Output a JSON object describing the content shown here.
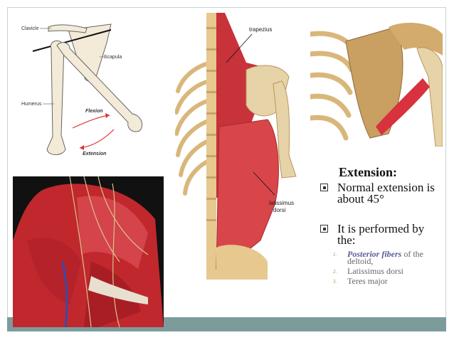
{
  "slide": {
    "heading": "Extension:",
    "bullets": [
      "Normal extension is about 45°",
      "It is performed by the:"
    ],
    "sub_items": [
      {
        "number": "1.",
        "emphasis": "Posterior fibers",
        "rest": " of the deltoid,"
      },
      {
        "number": "2.",
        "text": "Latissimus dorsi"
      },
      {
        "number": "3.",
        "text": "Teres major"
      }
    ]
  },
  "figure_bones": {
    "labels": {
      "clavicle": "Clavicle",
      "scapula": "Scapula",
      "humerus": "Humerus",
      "flexion": "Flexion",
      "extension": "Extension"
    }
  },
  "figure_back": {
    "labels": {
      "trapezius": "trapezius",
      "latissimus_1": "latissimus",
      "latissimus_2": "dorsi"
    }
  },
  "colors": {
    "accent_bar": "#7c9c9c",
    "muscle_red": "#c8323a",
    "bone": "#e6d3a8",
    "sub_number": "#a88a3a",
    "emphasis": "#5a5a9a"
  }
}
